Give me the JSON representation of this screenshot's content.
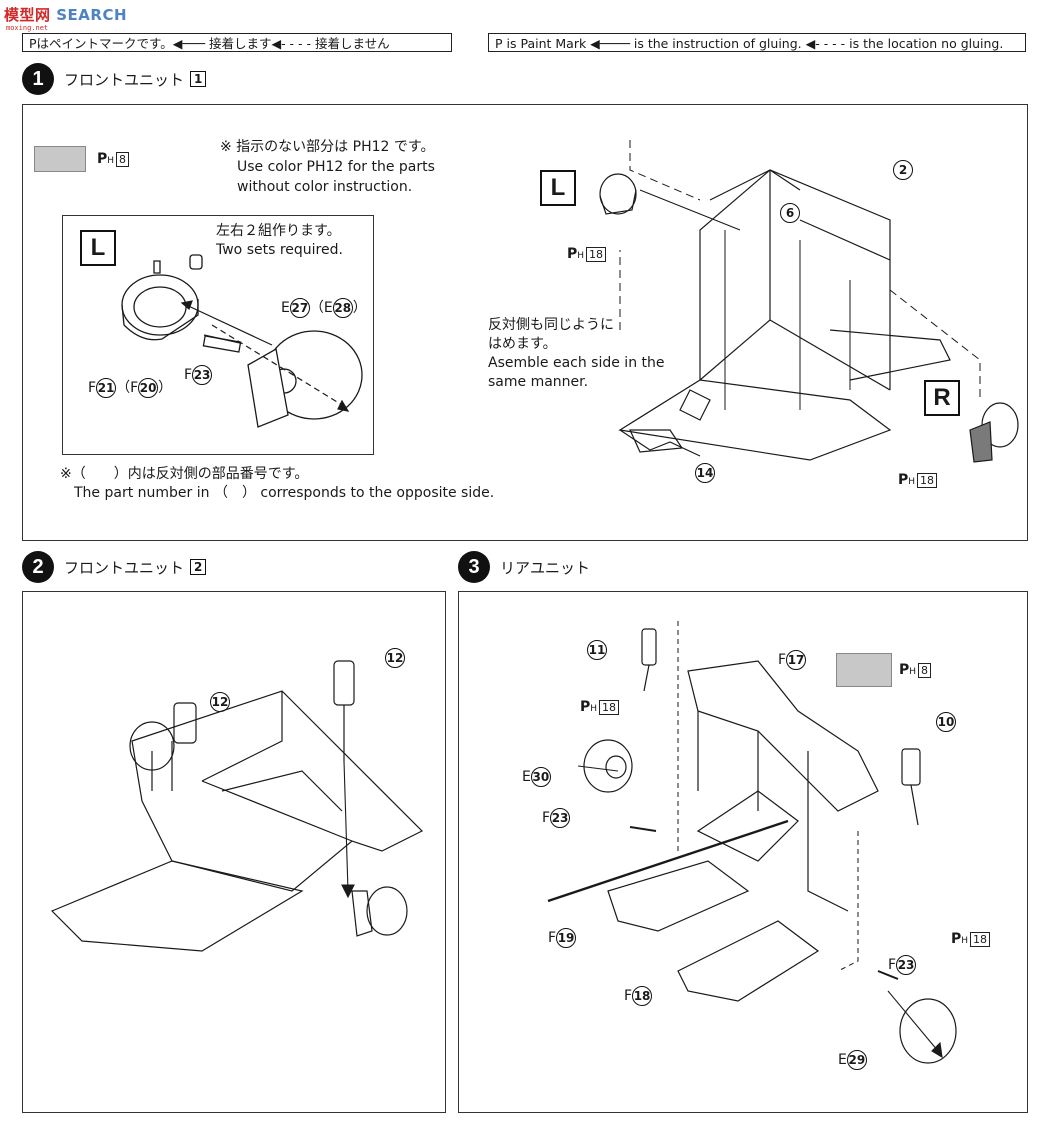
{
  "watermark": {
    "brand": "模型网",
    "search": " SEARCH",
    "sub": "moxing.net"
  },
  "legend_jp": {
    "text": "Pはペイントマークです。◀─── 接着します◀- - - - 接着しません"
  },
  "legend_en": {
    "text": "P is Paint Mark ◀──── is the instruction of gluing. ◀- - - - is the location no gluing."
  },
  "step1": {
    "number": "1",
    "title": "フロントユニット",
    "box": "1",
    "color_swatch_label": {
      "p": "P",
      "h": "H",
      "num": "8"
    },
    "color_note_jp": "※ 指示のない部分は PH12 です。",
    "color_note_en1": "Use color PH12 for the parts",
    "color_note_en2": "without color instruction.",
    "inset": {
      "side": "L",
      "note_jp": "左右２組作ります。",
      "note_en": "Two sets required.",
      "parts": {
        "e27": {
          "prefix": "E",
          "num": "27",
          "alt_prefix": "E",
          "alt": "28"
        },
        "f21": {
          "prefix": "F",
          "num": "21",
          "alt_prefix": "F",
          "alt": "20"
        },
        "f23": {
          "prefix": "F",
          "num": "23"
        }
      }
    },
    "footnote_jp": "※（　　）内は反対側の部品番号です。",
    "footnote_en": "The part number in （　） corresponds to the opposite side.",
    "main": {
      "left_side": "L",
      "right_side": "R",
      "ph18_left": {
        "p": "P",
        "h": "H",
        "num": "18"
      },
      "ph18_right": {
        "p": "P",
        "h": "H",
        "num": "18"
      },
      "note_jp1": "反対側も同じように",
      "note_jp2": "はめます。",
      "note_en1": "Asemble each side in the",
      "note_en2": "same manner.",
      "part2": "2",
      "part6": "6",
      "part14": "14"
    }
  },
  "step2": {
    "number": "2",
    "title": "フロントユニット",
    "box": "2",
    "part12a": "12",
    "part12b": "12"
  },
  "step3": {
    "number": "3",
    "title": "リアユニット",
    "swatch_label": {
      "p": "P",
      "h": "H",
      "num": "8"
    },
    "ph18_a": {
      "p": "P",
      "h": "H",
      "num": "18"
    },
    "ph18_b": {
      "p": "P",
      "h": "H",
      "num": "18"
    },
    "part11": "11",
    "part10": "10",
    "f17": {
      "prefix": "F",
      "num": "17"
    },
    "e30": {
      "prefix": "E",
      "num": "30"
    },
    "f23a": {
      "prefix": "F",
      "num": "23"
    },
    "f19": {
      "prefix": "F",
      "num": "19"
    },
    "f18": {
      "prefix": "F",
      "num": "18"
    },
    "f23b": {
      "prefix": "F",
      "num": "23"
    },
    "e29": {
      "prefix": "E",
      "num": "29"
    }
  }
}
